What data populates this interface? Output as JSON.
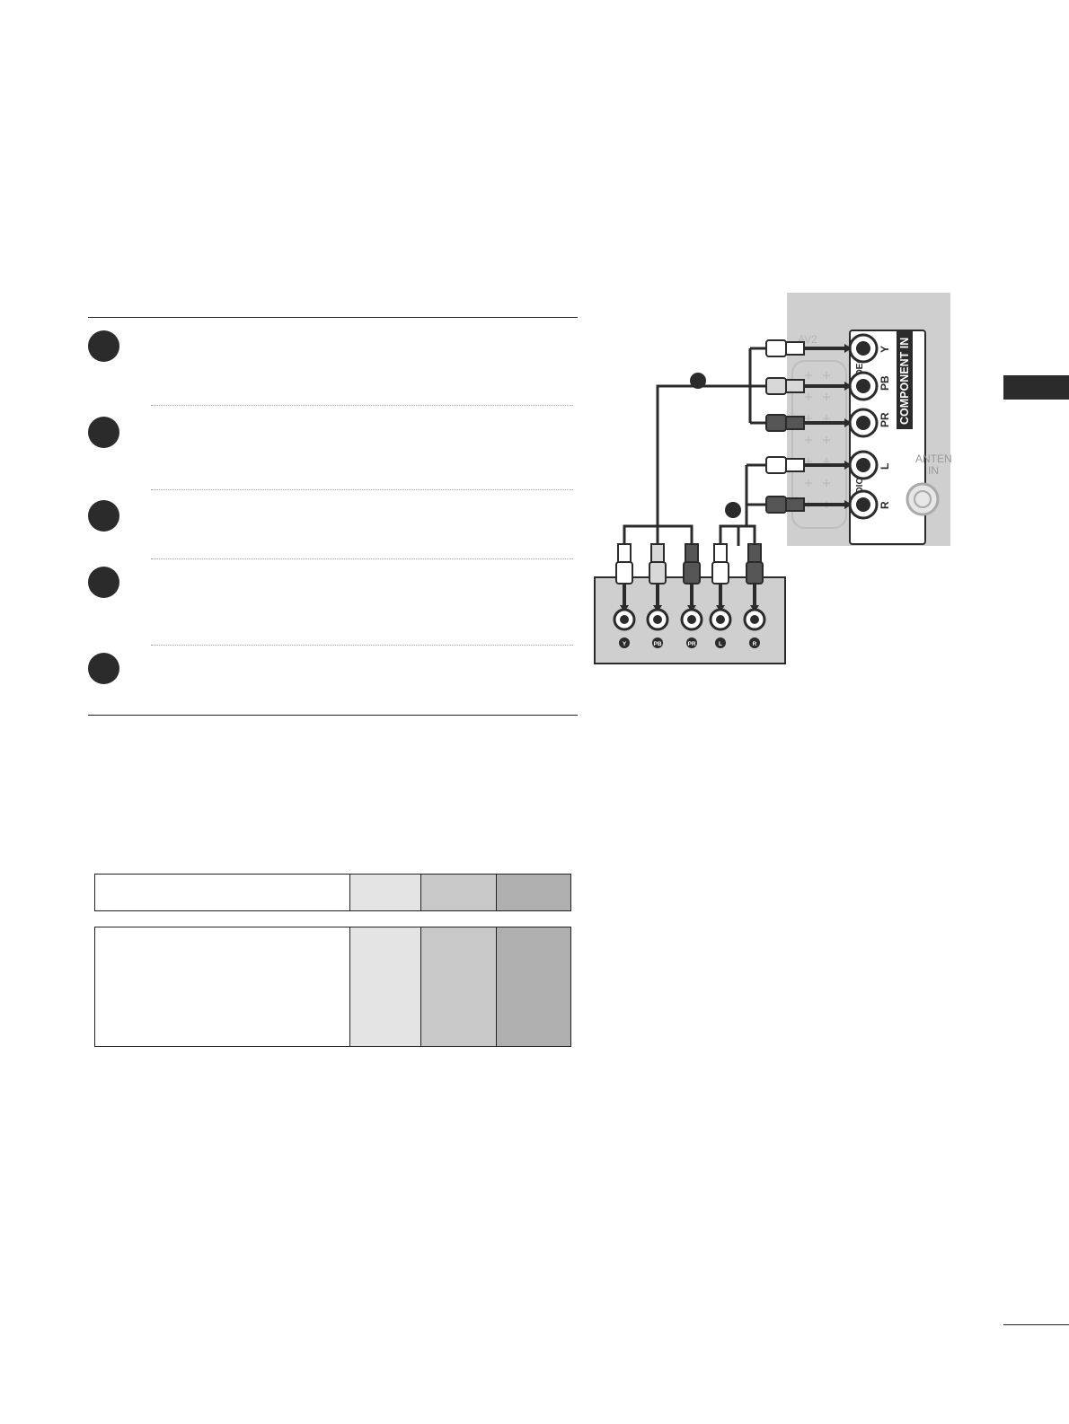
{
  "diagram": {
    "jack_labels": [
      "Y",
      "PB",
      "PR",
      "L",
      "R"
    ],
    "tv_panel": {
      "group_label": "COMPONENT IN",
      "video_label": "VIDEO",
      "audio_label": "AUDIO",
      "port_labels": [
        "Y",
        "PB",
        "PR",
        "L",
        "R"
      ],
      "antenna_label_line1": "ANTENNA",
      "antenna_label_line2": "IN",
      "faint_label": "AV2"
    }
  },
  "colors": {
    "panel_gray": "#cfcfcf",
    "dark": "#2b2b2b",
    "table_shade_1": "#e4e4e4",
    "table_shade_2": "#c8c8c8",
    "table_shade_3": "#afafaf"
  }
}
